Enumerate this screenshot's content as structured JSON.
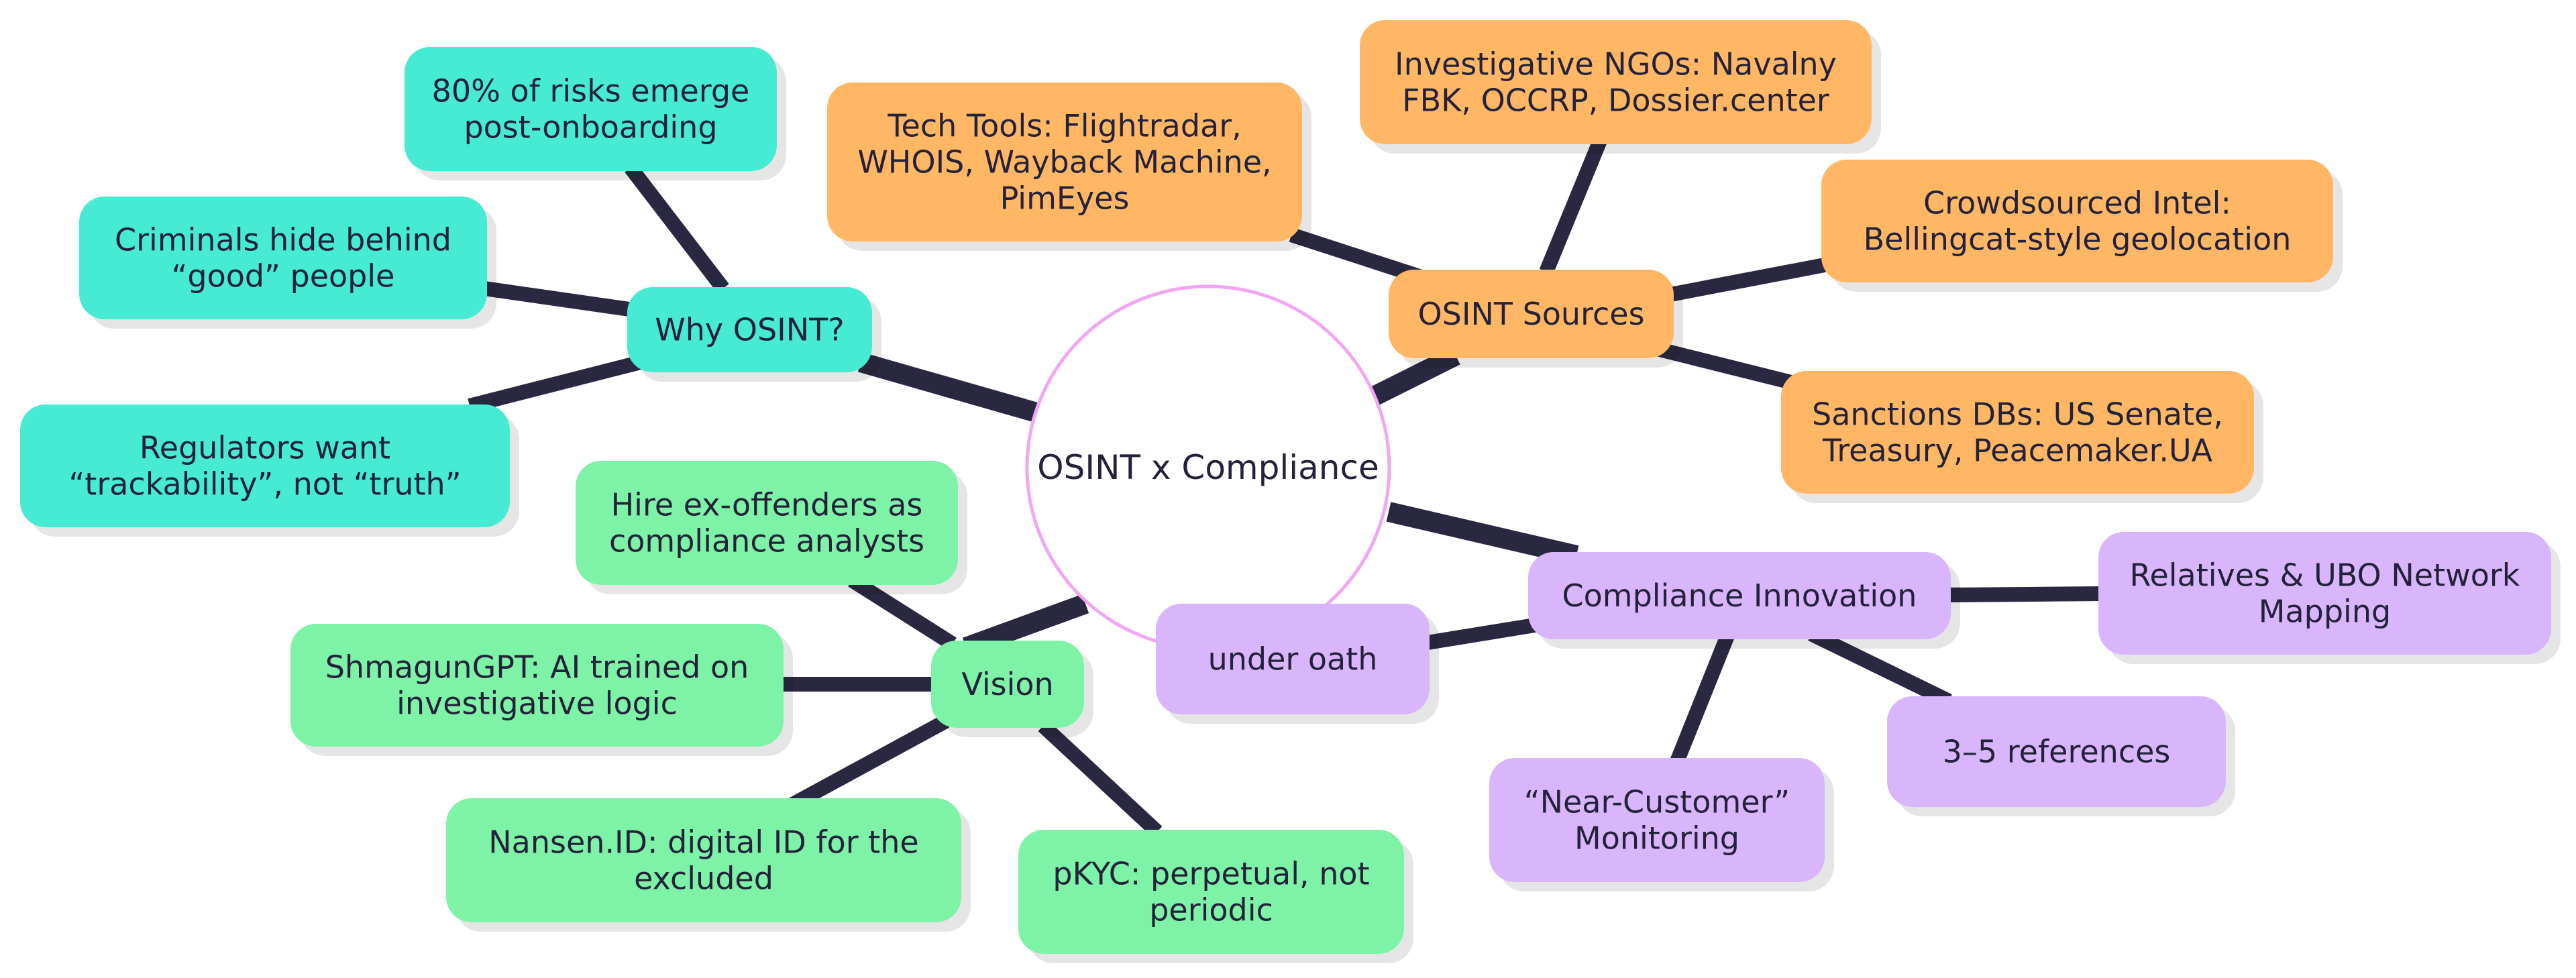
{
  "colors": {
    "teal": "#47ead3",
    "orange": "#ffb766",
    "green": "#7ef2a6",
    "purple": "#d9b5fb",
    "center_border": "#f1a6f3",
    "edge": "#2a2840",
    "text": "#24223a"
  },
  "diagram": {
    "center": {
      "label": "OSINT x Compliance"
    },
    "branches": [
      {
        "label": "Why OSINT?",
        "color": "teal",
        "children": [
          {
            "lines": [
              "80% of risks emerge",
              "post-onboarding"
            ]
          },
          {
            "lines": [
              "Criminals hide behind",
              "“good” people"
            ]
          },
          {
            "lines": [
              "Regulators want",
              "“trackability”, not “truth”"
            ]
          }
        ]
      },
      {
        "label": "OSINT Sources",
        "color": "orange",
        "children": [
          {
            "lines": [
              "Tech Tools: Flightradar,",
              "WHOIS, Wayback Machine,",
              "PimEyes"
            ]
          },
          {
            "lines": [
              "Investigative NGOs: Navalny",
              "FBK, OCCRP, Dossier.center"
            ]
          },
          {
            "lines": [
              "Crowdsourced Intel:",
              "Bellingcat-style geolocation"
            ]
          },
          {
            "lines": [
              "Sanctions DBs: US Senate,",
              "Treasury, Peacemaker.UA"
            ]
          }
        ]
      },
      {
        "label": "Vision",
        "color": "green",
        "children": [
          {
            "lines": [
              "Hire ex-offenders as",
              "compliance analysts"
            ]
          },
          {
            "lines": [
              "ShmagunGPT: AI trained on",
              "investigative logic"
            ]
          },
          {
            "lines": [
              "Nansen.ID: digital ID for the",
              "excluded"
            ]
          },
          {
            "lines": [
              "pKYC: perpetual, not",
              "periodic"
            ]
          }
        ]
      },
      {
        "label": "Compliance Innovation",
        "color": "purple",
        "children": [
          {
            "lines": [
              "under oath"
            ]
          },
          {
            "lines": [
              "Relatives & UBO Network",
              "Mapping"
            ]
          },
          {
            "lines": [
              "3–5 references"
            ]
          },
          {
            "lines": [
              "“Near-Customer”",
              "Monitoring"
            ]
          }
        ]
      }
    ]
  }
}
